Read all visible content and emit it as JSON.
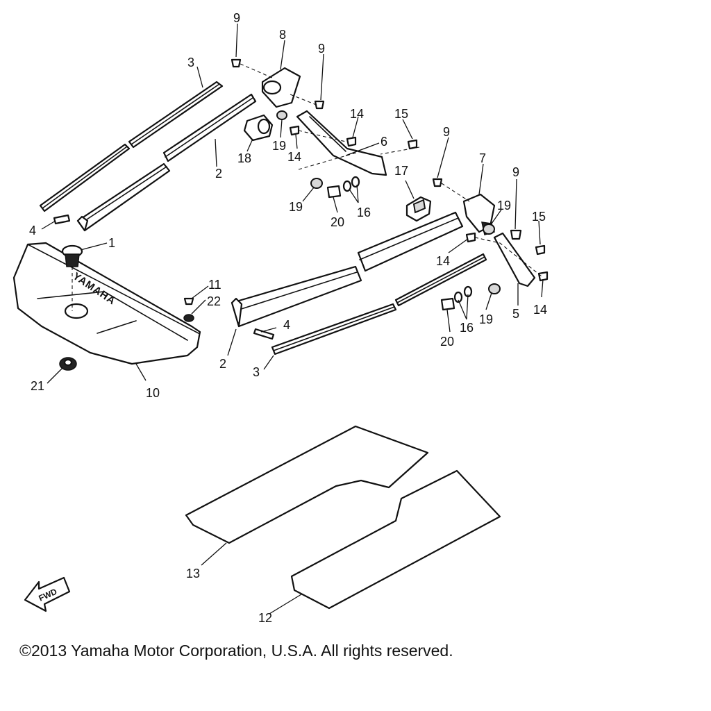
{
  "diagram": {
    "callouts": {
      "c1": "1",
      "c2a": "2",
      "c2b": "2",
      "c3a": "3",
      "c3b": "3",
      "c4a": "4",
      "c4b": "4",
      "c5": "5",
      "c6": "6",
      "c7": "7",
      "c8": "8",
      "c9a": "9",
      "c9b": "9",
      "c9c": "9",
      "c9d": "9",
      "c10": "10",
      "c11": "11",
      "c12": "12",
      "c13": "13",
      "c14a": "14",
      "c14b": "14",
      "c14c": "14",
      "c14d": "14",
      "c15a": "15",
      "c15b": "15",
      "c16a": "16",
      "c16b": "16",
      "c17": "17",
      "c18": "18",
      "c19a": "19",
      "c19b": "19",
      "c19c": "19",
      "c19d": "19",
      "c20a": "20",
      "c20b": "20",
      "c21": "21",
      "c22": "22"
    },
    "bumper_logo": "YAMAHA",
    "fwd_arrow": "FWD",
    "icon": "fwd-arrow-icon"
  },
  "footer": {
    "copyright": "©2013 Yamaha Motor Corporation, U.S.A. All rights reserved."
  }
}
